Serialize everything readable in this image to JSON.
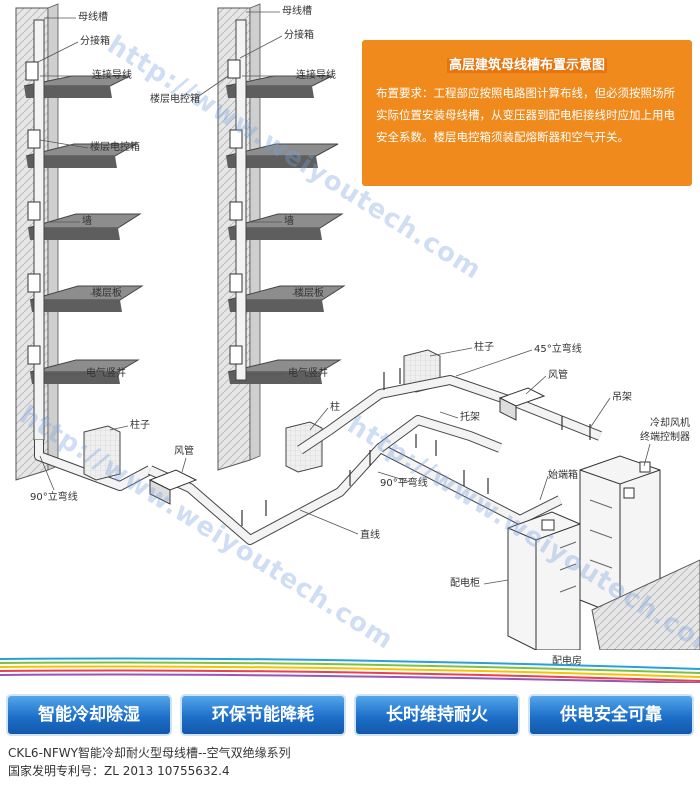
{
  "labels": {
    "busway_trough": "母线槽",
    "junction_box": "分接箱",
    "connector_conductor": "连接导线",
    "floor_control_box": "楼层电控箱",
    "wall": "墙",
    "floor_slab": "楼层板",
    "electrical_shaft": "电气竖井",
    "column_left": "柱子",
    "air_duct": "风管",
    "elbow_90_vertical": "90°立弯线",
    "column_mid": "柱",
    "column_top": "柱子",
    "elbow_45_vertical": "45°立弯线",
    "air_duct_2": "风管",
    "hanger": "吊架",
    "bracket": "托架",
    "elbow_90_flat": "90°平弯线",
    "straight_line": "直线",
    "start_box": "始端箱",
    "cooling_fan_controller_line1": "冷却风机",
    "cooling_fan_controller_line2": "终端控制器",
    "distribution_cabinet": "配电柜",
    "distribution_room": "配电房"
  },
  "info_box": {
    "title": "高层建筑母线槽布置示意图",
    "body": "布置要求：工程部应按照电路图计算布线，但必须按照场所实际位置安装母线槽，从变压器到配电柜接线时应加上用电安全系数。楼层电控箱须装配熔断器和空气开关。"
  },
  "watermarks": [
    "http://www.weiyoutech.com",
    "http://www.weiyoutech.com",
    "http://www.weiyoutech.com"
  ],
  "features": [
    "智能冷却除湿",
    "环保节能降耗",
    "长时维持耐火",
    "供电安全可靠"
  ],
  "footer": {
    "product": "CKL6-NFWY智能冷却耐火型母线槽--空气双绝缘系列",
    "patent": "国家发明专利号：ZL 2013 10755632.4"
  },
  "colors": {
    "accent_orange": "#f08a1c",
    "button_blue": "#1d6fc9",
    "watermark_blue": "#78a0dc"
  }
}
